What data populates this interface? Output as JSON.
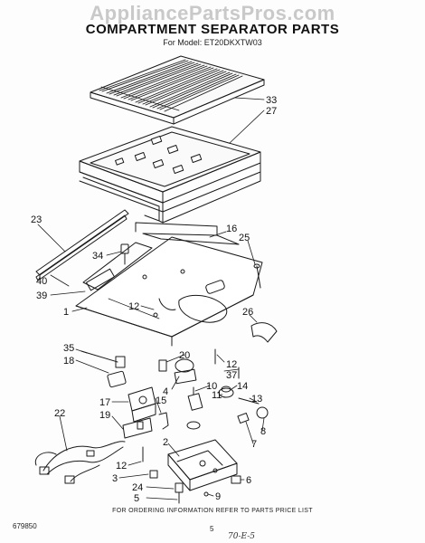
{
  "watermark": "AppliancePartsPros.com",
  "title": "COMPARTMENT SEPARATOR PARTS",
  "model": "For Model: ET20DKXTW03",
  "footer_note": "FOR ORDERING INFORMATION REFER TO PARTS PRICE LIST",
  "doc_code": "679850",
  "page_number": "5",
  "handwritten_mark": "70-E-5",
  "callouts": [
    {
      "id": "c33",
      "label": "33"
    },
    {
      "id": "c27",
      "label": "27"
    },
    {
      "id": "c23",
      "label": "23"
    },
    {
      "id": "c16",
      "label": "16"
    },
    {
      "id": "c25",
      "label": "25"
    },
    {
      "id": "c34",
      "label": "34"
    },
    {
      "id": "c40",
      "label": "40"
    },
    {
      "id": "c39",
      "label": "39"
    },
    {
      "id": "c1",
      "label": "1"
    },
    {
      "id": "c12a",
      "label": "12"
    },
    {
      "id": "c26",
      "label": "26"
    },
    {
      "id": "c35",
      "label": "35"
    },
    {
      "id": "c18",
      "label": "18"
    },
    {
      "id": "c20",
      "label": "20"
    },
    {
      "id": "c12b",
      "label": "12"
    },
    {
      "id": "c37",
      "label": "37"
    },
    {
      "id": "c4",
      "label": "4"
    },
    {
      "id": "c10",
      "label": "10"
    },
    {
      "id": "c11",
      "label": "11"
    },
    {
      "id": "c14",
      "label": "14"
    },
    {
      "id": "c17",
      "label": "17"
    },
    {
      "id": "c15",
      "label": "15"
    },
    {
      "id": "c13",
      "label": "13"
    },
    {
      "id": "c22",
      "label": "22"
    },
    {
      "id": "c19",
      "label": "19"
    },
    {
      "id": "c8",
      "label": "8"
    },
    {
      "id": "c7",
      "label": "7"
    },
    {
      "id": "c2",
      "label": "2"
    },
    {
      "id": "c12c",
      "label": "12"
    },
    {
      "id": "c3",
      "label": "3"
    },
    {
      "id": "c6",
      "label": "6"
    },
    {
      "id": "c24",
      "label": "24"
    },
    {
      "id": "c5",
      "label": "5"
    },
    {
      "id": "c9",
      "label": "9"
    }
  ]
}
